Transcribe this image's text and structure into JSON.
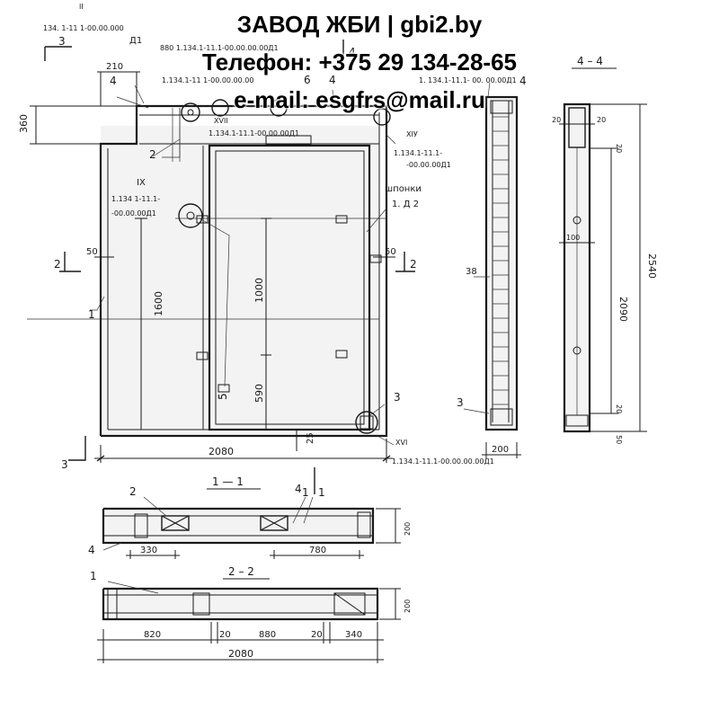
{
  "header": {
    "company": "ЗАВОД ЖБИ | gbi2.by",
    "phone": "Телефон: +375 29 134-28-65",
    "email": "e-mail: esgfrs@mail.ru"
  },
  "elevation": {
    "dims": {
      "overall_width": "2080",
      "left_height": "1600",
      "opening_height": "1000",
      "bottom_height": "590",
      "top_left": "210",
      "top_height": "360",
      "side_left": "50",
      "side_right": "50",
      "bottom_small": "25"
    },
    "refs": {
      "node_ii": "II",
      "node_ii_code": "134. 1-11 1-00.00.000",
      "node_ii_sheet": "Д1",
      "node_vii_code": "880  1.134.1-11.1-00.00.00.00Д1",
      "node_top_code": "1.134.1-11 1-00.00.00.00",
      "node_xvii": "XVII",
      "node_xvii_code": "1.134.1-11.1-00.00.00Д1",
      "node_ix": "IX",
      "node_ix_code1": "1.134 1-11.1-",
      "node_ix_code2": "-00.00.00Д1",
      "node_xiv": "XIУ",
      "node_xiv_code1": "1.134.1-11.1-",
      "node_xiv_code2": "-00.00.00Д1",
      "node_tr_code": "1. 134.1-11.1- 00. 00.00Д1",
      "dowels": "шпонки",
      "dowels_code": "1. Д 2",
      "node_xvi": "XVI",
      "node_xvi_code": "1.134.1-11.1-00.00.00.00Д1"
    },
    "marks": {
      "m1": "1",
      "m2": "2",
      "m3": "3",
      "m4": "4",
      "m4b": "4",
      "m5": "5",
      "m6": "6",
      "cut3": "3",
      "cut3b": "3",
      "cut2": "2",
      "cut2b": "2",
      "cut4": "4"
    }
  },
  "side_view": {
    "dims": {
      "d38": "38",
      "d200": "200"
    },
    "mark3": "3",
    "mark4": "4"
  },
  "section_44": {
    "title": "4 – 4",
    "dims": {
      "d20a": "20",
      "d20b": "20",
      "d20c": "20",
      "d100": "100",
      "d2090": "2090",
      "d2540": "2540",
      "d20d": "20",
      "d50": "50"
    }
  },
  "section_11": {
    "title": "1 — 1",
    "marks": {
      "m2": "2",
      "m1a": "1",
      "m1b": "1",
      "m4": "4",
      "cut4": "4"
    },
    "dims": {
      "d330": "330",
      "d780": "780",
      "d200": "200"
    }
  },
  "section_22": {
    "title": "2 – 2",
    "marks": {
      "m1": "1"
    },
    "dims": {
      "d820": "820",
      "d20a": "20",
      "d880": "880",
      "d20b": "20",
      "d340": "340",
      "d2080": "2080",
      "d200": "200"
    }
  }
}
